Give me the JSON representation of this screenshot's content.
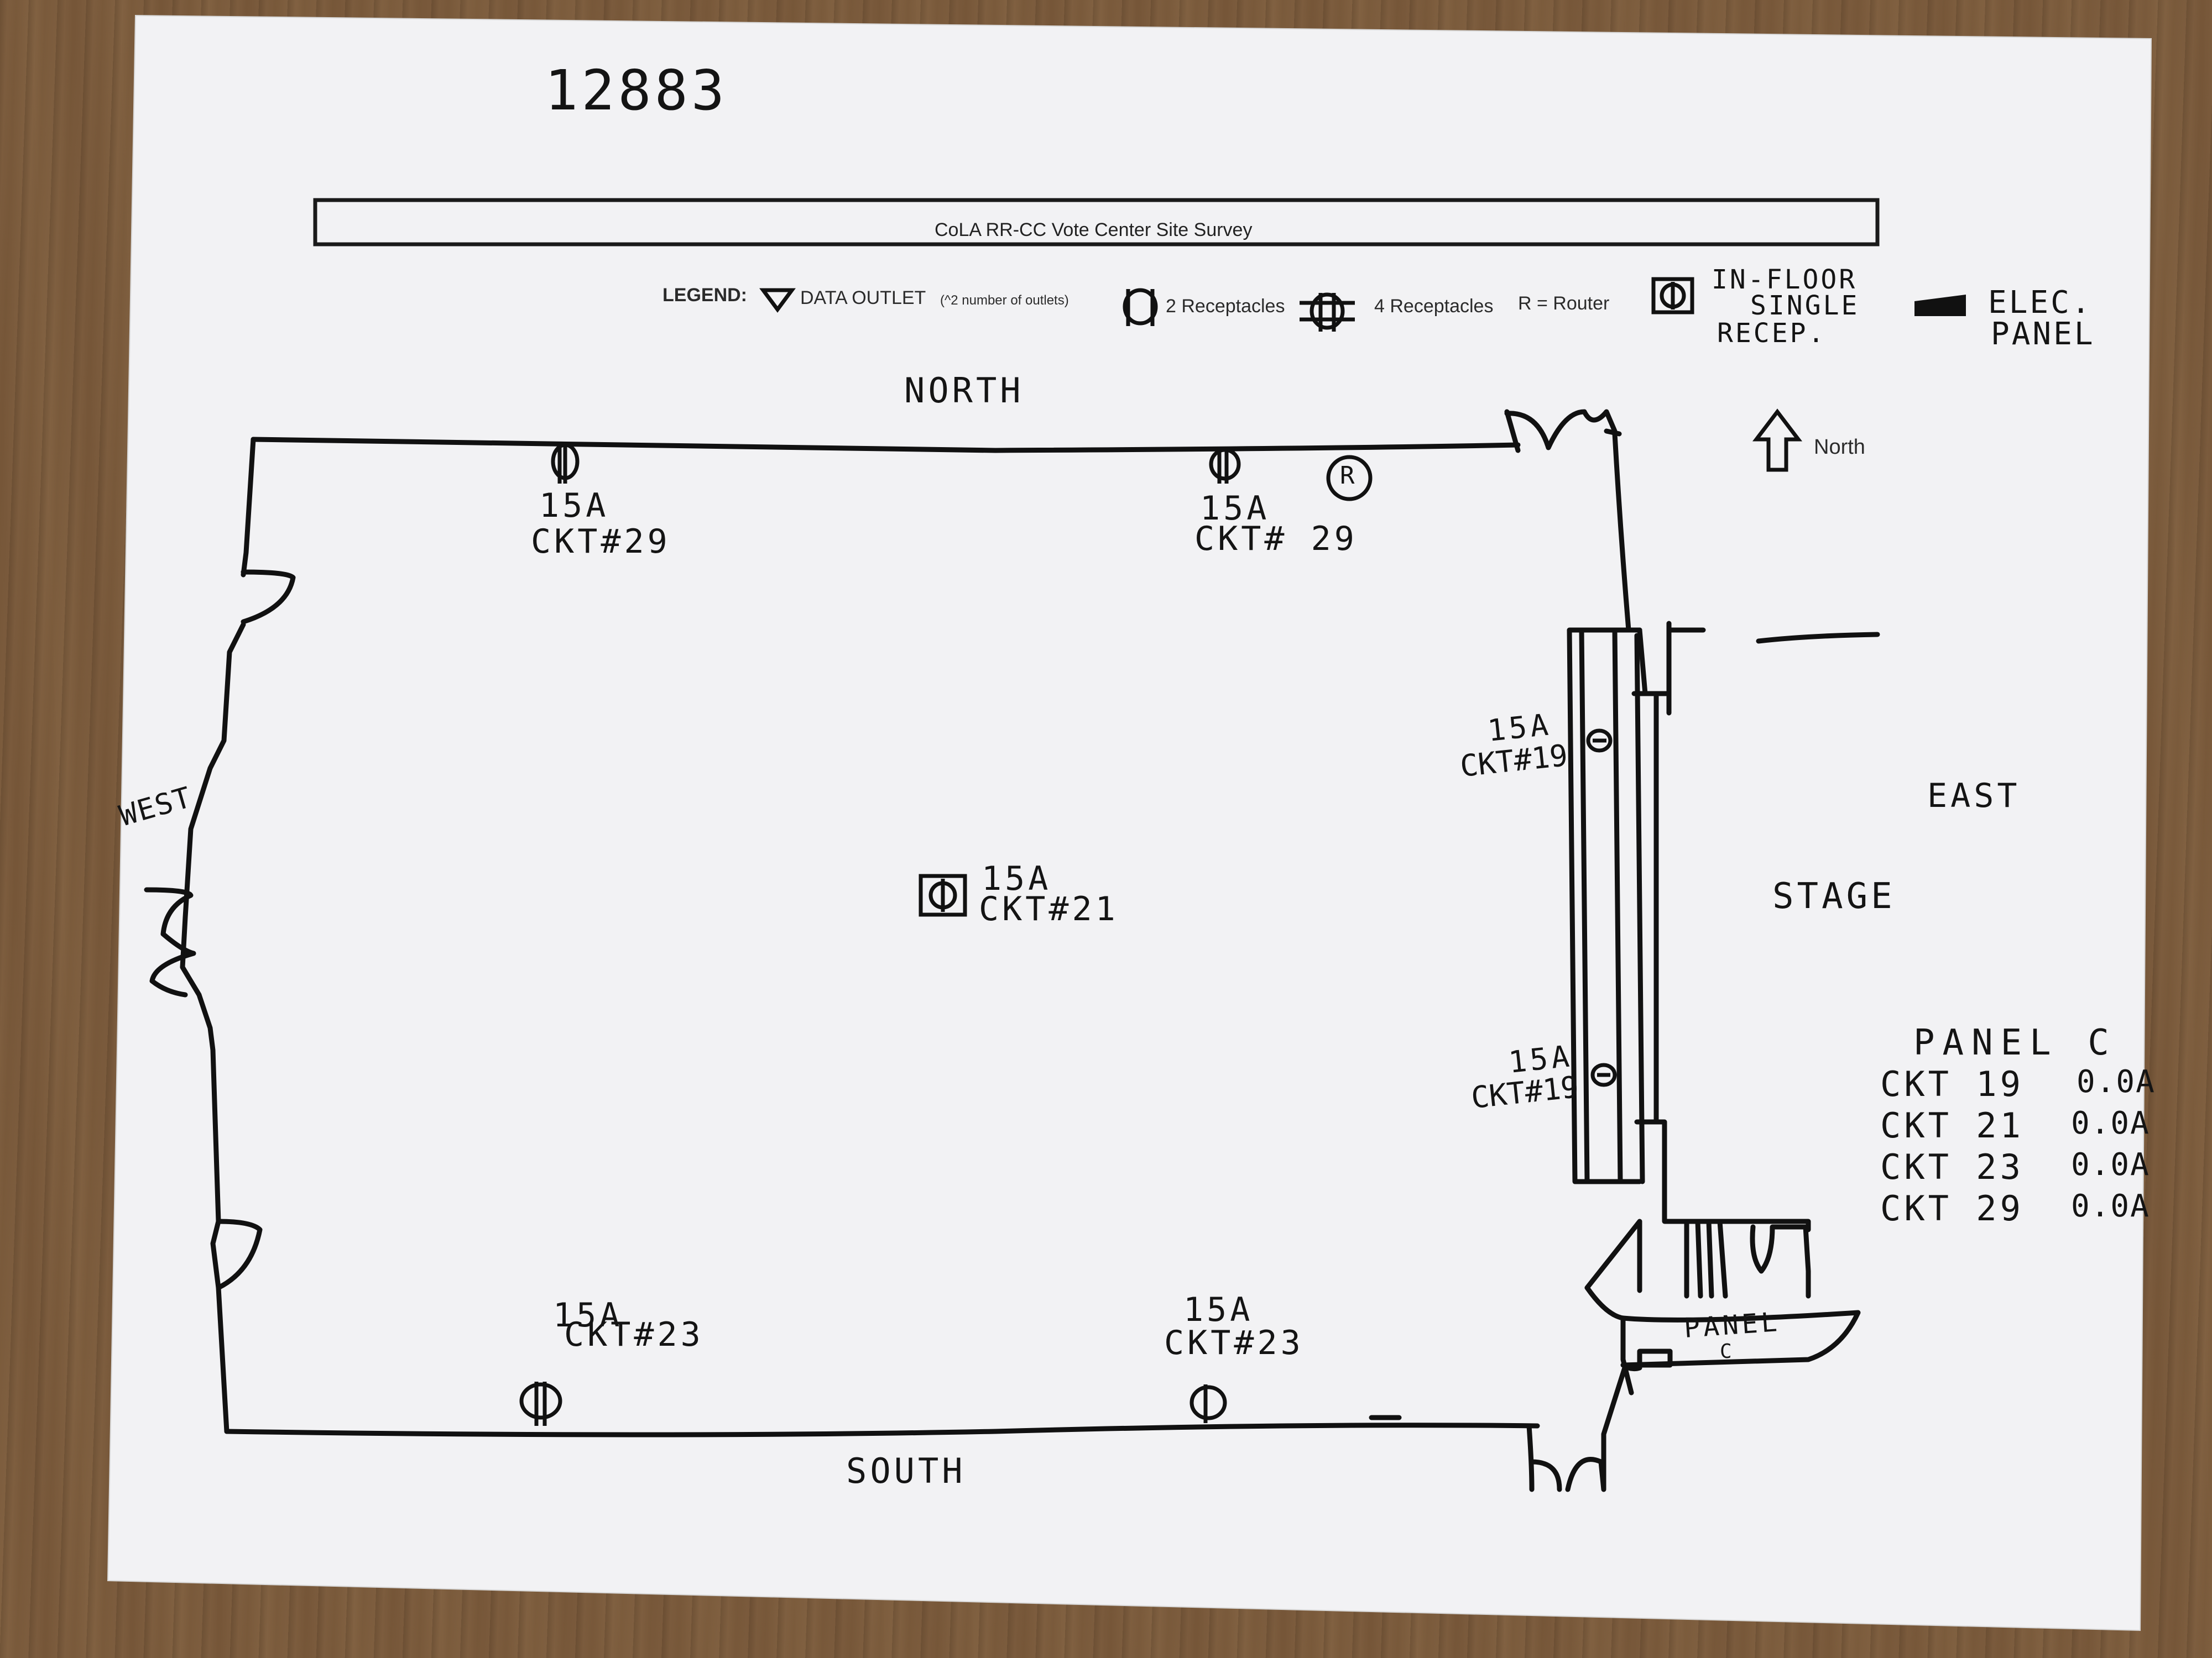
{
  "doc_number": "12883",
  "title_bar": "CoLA RR-CC Vote Center Site Survey",
  "legend": {
    "label": "LEGEND:",
    "data_outlet": "DATA OUTLET",
    "data_outlet_note": "(^2 number of outlets)",
    "two_receptacles": "2 Receptacles",
    "four_receptacles": "4 Receptacles",
    "router": "R = Router",
    "in_floor": [
      "IN-FLOOR",
      "SINGLE",
      "RECEP."
    ],
    "elec_panel": [
      "ELEC.",
      "PANEL"
    ]
  },
  "north_arrow_label": "North",
  "directions": {
    "north": "NORTH",
    "south": "SOUTH",
    "west": "WEST",
    "east": "EAST",
    "stage": "STAGE"
  },
  "outlets": {
    "north_left": [
      "15A",
      "CKT#29"
    ],
    "north_right": [
      "15A",
      "CKT# 29"
    ],
    "router_mark": "R",
    "east_upper": [
      "15A",
      "CKT#19"
    ],
    "east_lower": [
      "15A",
      "CKT#19"
    ],
    "center_floor": [
      "15A",
      "CKT#21"
    ],
    "south_left": [
      "15A",
      "CKT#23"
    ],
    "south_right": [
      "15A",
      "CKT#23"
    ]
  },
  "panel_room_label": [
    "PANEL",
    "C"
  ],
  "panel_table": {
    "title": "PANEL C",
    "rows": [
      {
        "circuit": "CKT 19",
        "amps": "0.0A"
      },
      {
        "circuit": "CKT 21",
        "amps": "0.0A"
      },
      {
        "circuit": "CKT 23",
        "amps": "0.0A"
      },
      {
        "circuit": "CKT 29",
        "amps": "0.0A"
      }
    ]
  }
}
